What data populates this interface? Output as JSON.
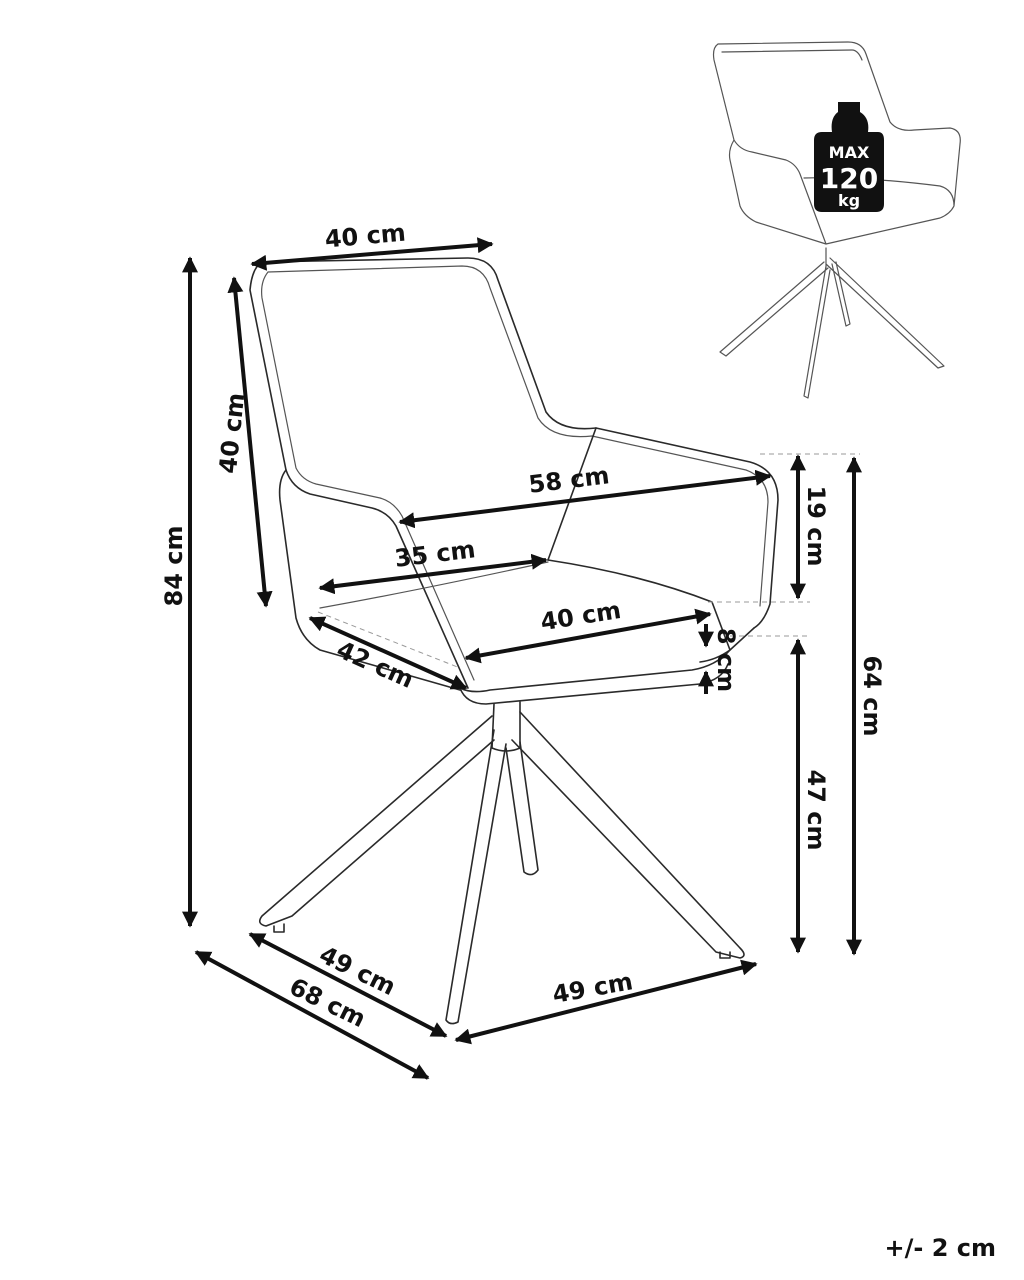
{
  "dimensions": {
    "back_width": "40 cm",
    "back_height": "40 cm",
    "total_height": "84 cm",
    "arm_width": "58 cm",
    "arm_height": "19 cm",
    "inner_width": "35 cm",
    "seat_width": "40 cm",
    "seat_depth": "42 cm",
    "seat_thickness": "8 cm",
    "arm_floor_height": "64 cm",
    "seat_height": "47 cm",
    "base_left": "49 cm",
    "base_right": "49 cm",
    "total_depth": "68 cm"
  },
  "weight_badge": {
    "line1": "MAX",
    "line2": "120",
    "line3": "kg"
  },
  "tolerance": "+/- 2 cm",
  "colors": {
    "line": "#2a2a2a",
    "arrow": "#111111",
    "badge_fill": "#111111",
    "badge_text": "#ffffff"
  }
}
